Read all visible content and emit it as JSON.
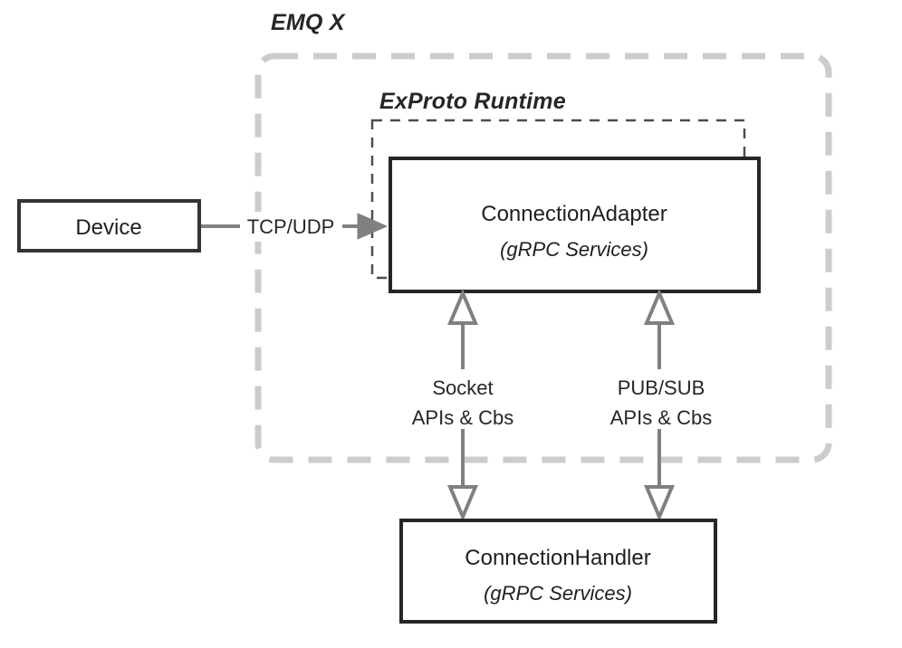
{
  "diagram": {
    "title_visible": false,
    "groups": [
      {
        "id": "emqx",
        "label": "EMQ X",
        "style": "dashed-rounded",
        "stroke": "#cccccc"
      },
      {
        "id": "exproto",
        "label": "ExProto Runtime",
        "style": "dashed-square",
        "stroke": "#4d4d4d"
      }
    ],
    "nodes": [
      {
        "id": "device",
        "title": "Device",
        "subtitle": "",
        "stroke": "#333333",
        "fill": "#ffffff"
      },
      {
        "id": "connection-adapter",
        "title": "ConnectionAdapter",
        "subtitle": "(gRPC Services)",
        "stroke": "#262626",
        "fill": "#ffffff"
      },
      {
        "id": "connection-handler",
        "title": "ConnectionHandler",
        "subtitle": "(gRPC Services)",
        "stroke": "#262626",
        "fill": "#ffffff"
      }
    ],
    "edges": [
      {
        "id": "device-to-adapter",
        "label": "TCP/UDP",
        "from": "device",
        "to": "connection-adapter",
        "arrow": "single-filled",
        "stroke": "#808080"
      },
      {
        "id": "socket-apis",
        "label_line1": "Socket",
        "label_line2": "APIs & Cbs",
        "from": "connection-adapter",
        "to": "connection-handler",
        "arrow": "double-open",
        "stroke": "#808080"
      },
      {
        "id": "pubsub-apis",
        "label_line1": "PUB/SUB",
        "label_line2": "APIs & Cbs",
        "from": "connection-adapter",
        "to": "connection-handler",
        "arrow": "double-open",
        "stroke": "#808080"
      }
    ],
    "colors": {
      "background": "#ffffff",
      "box_stroke": "#262626",
      "outer_group_stroke": "#cccccc",
      "inner_group_stroke": "#4d4d4d",
      "arrow_stroke": "#808080",
      "text": "#1f1f1f"
    }
  }
}
